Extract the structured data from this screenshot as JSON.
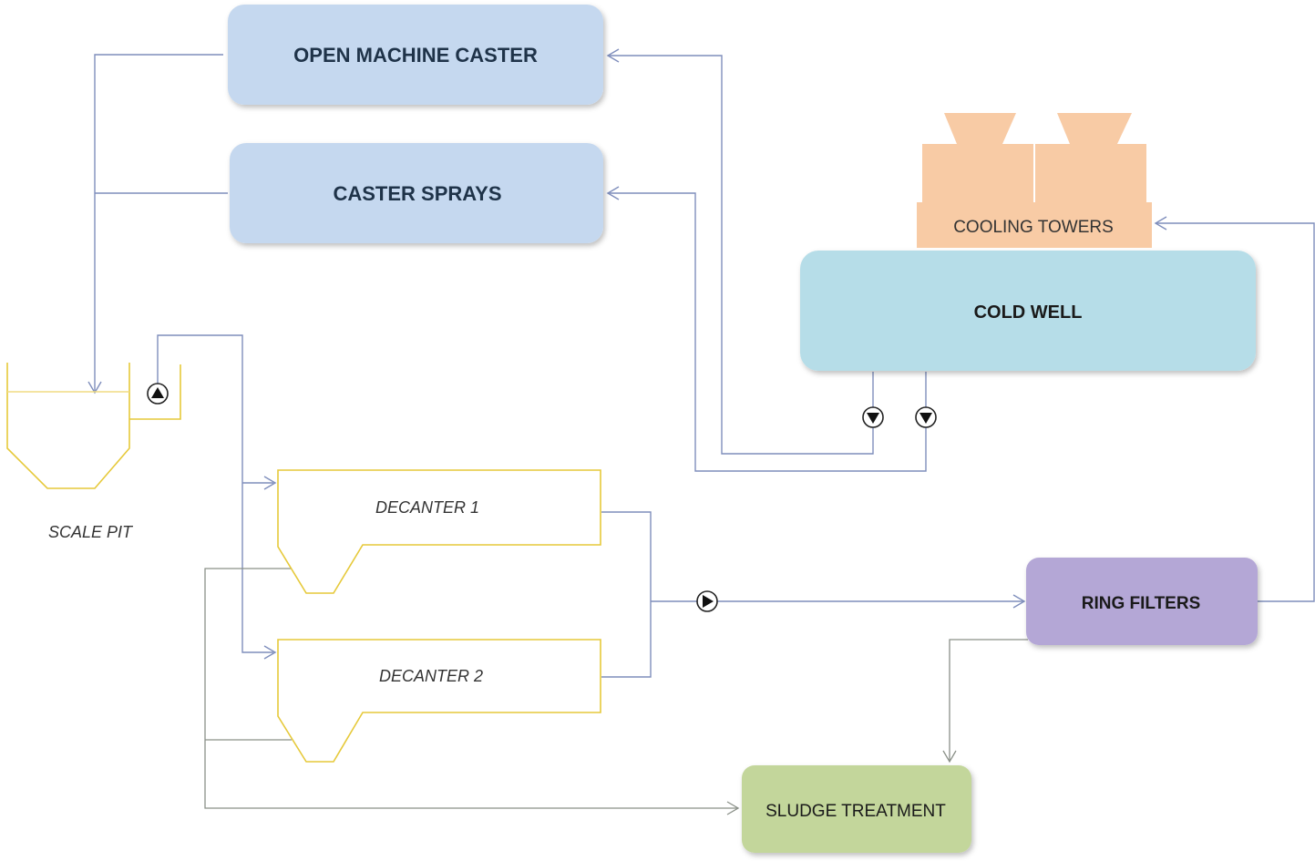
{
  "nodes": {
    "open_machine_caster": "OPEN MACHINE CASTER",
    "caster_sprays": "CASTER SPRAYS",
    "cooling_towers": "COOLING TOWERS",
    "cold_well": "COLD WELL",
    "scale_pit": "SCALE PIT",
    "decanter_1": "DECANTER 1",
    "decanter_2": "DECANTER 2",
    "ring_filters": "RING FILTERS",
    "sludge_treatment": "SLUDGE TREATMENT"
  },
  "colors": {
    "caster_box": "#c5d8ef",
    "cooling_towers": "#f8cba5",
    "cold_well": "#b6dde8",
    "ring_filters": "#b4a7d6",
    "sludge_treatment": "#c3d69b",
    "tank_outline": "#e6c93a",
    "water_line": "#7f8ebc",
    "sludge_line": "#8a9088"
  }
}
